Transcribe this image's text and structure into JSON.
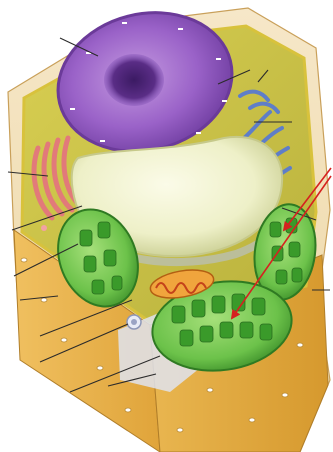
{
  "figure": {
    "subject": "plant-cell",
    "structures": [
      {
        "name": "cell-wall",
        "color": "#e9b54a"
      },
      {
        "name": "cell-membrane",
        "color": "#d8c23c"
      },
      {
        "name": "cytoplasm",
        "color": "#cfc64a"
      },
      {
        "name": "nucleus",
        "color": "#8c52b8"
      },
      {
        "name": "nucleolus",
        "color": "#5a2d86"
      },
      {
        "name": "endoplasmic-reticulum",
        "color": "#6f8fd6"
      },
      {
        "name": "golgi-apparatus",
        "color": "#e58b8b"
      },
      {
        "name": "vacuole",
        "color": "#eef0c8"
      },
      {
        "name": "chloroplast",
        "color": "#49b13a"
      },
      {
        "name": "mitochondrion",
        "color": "#e89b37"
      },
      {
        "name": "vesicle",
        "color": "#dfe3ef"
      }
    ],
    "pointer_color": "#d6211f",
    "leader_line_color": "#2b2b2b",
    "leader_lines": 14,
    "red_arrows": 2
  }
}
